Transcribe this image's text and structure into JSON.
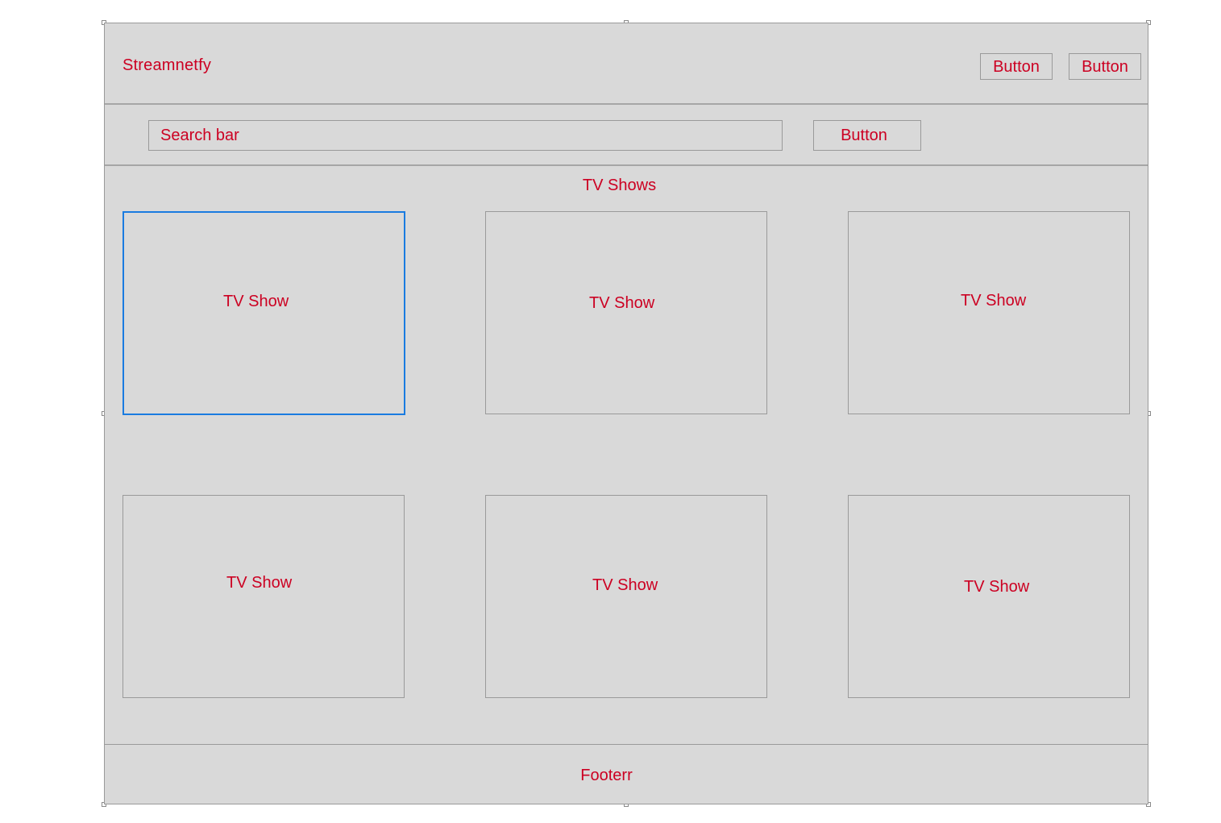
{
  "header": {
    "brand": "Streamnetfy",
    "buttons": [
      {
        "label": "Button"
      },
      {
        "label": "Button"
      }
    ]
  },
  "search": {
    "placeholder": "Search bar",
    "button_label": "Button"
  },
  "main": {
    "section_title": "TV Shows",
    "cards": [
      {
        "label": "TV Show",
        "selected": true
      },
      {
        "label": "TV Show",
        "selected": false
      },
      {
        "label": "TV Show",
        "selected": false
      },
      {
        "label": "TV Show",
        "selected": false
      },
      {
        "label": "TV Show",
        "selected": false
      },
      {
        "label": "TV Show",
        "selected": false
      }
    ]
  },
  "footer": {
    "text": "Footerr"
  },
  "colors": {
    "text_accent": "#cc0022",
    "background": "#d9d9d9",
    "selection": "#1a7be0"
  }
}
